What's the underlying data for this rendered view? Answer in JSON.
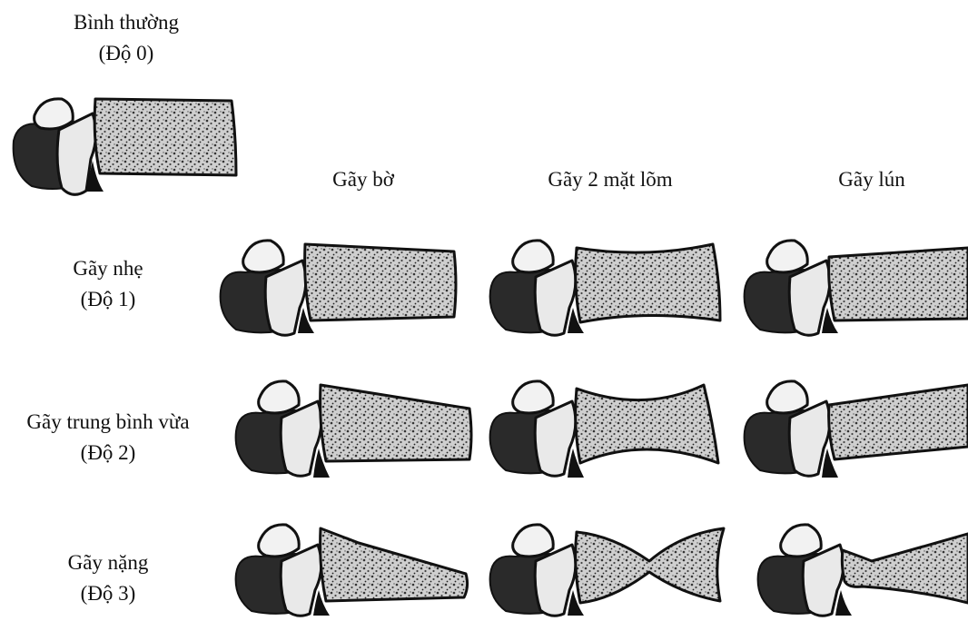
{
  "normal": {
    "title": "Bình thường",
    "grade": "(Độ 0)"
  },
  "columns": [
    "Gãy bờ",
    "Gãy 2 mặt lõm",
    "Gãy lún"
  ],
  "rows": [
    {
      "title": "Gãy nhẹ",
      "grade": "(Độ 1)"
    },
    {
      "title": "Gãy trung bình vừa",
      "grade": "(Độ 2)"
    },
    {
      "title": "Gãy nặng",
      "grade": "(Độ 3)"
    }
  ]
}
